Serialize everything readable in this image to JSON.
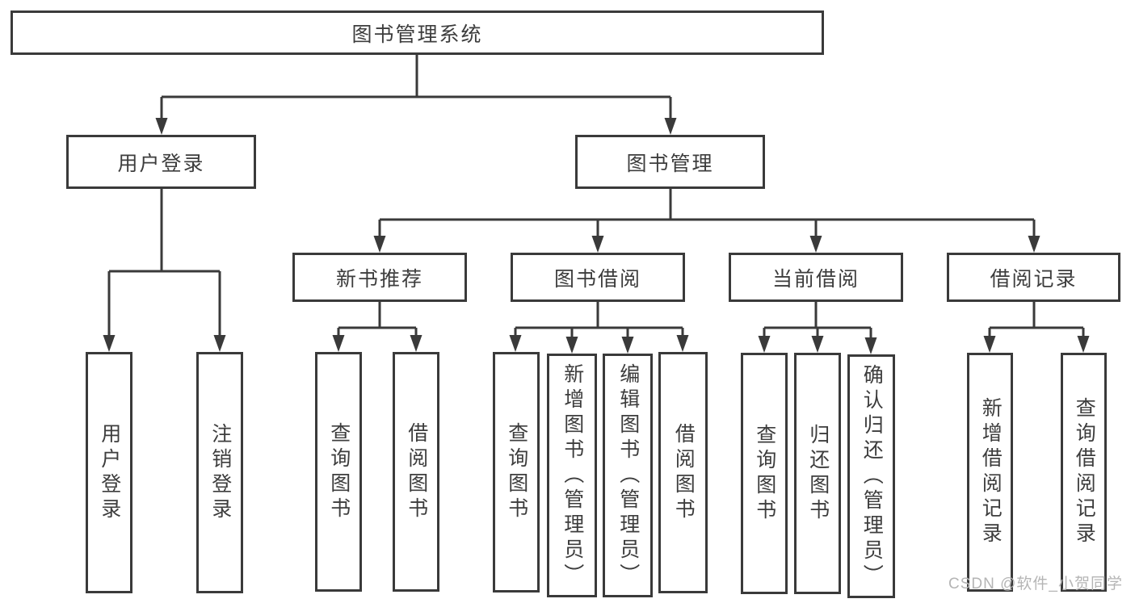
{
  "diagram": {
    "root": {
      "label": "图书管理系统",
      "children": [
        {
          "label": "用户登录",
          "children": [
            {
              "label": "用户登录"
            },
            {
              "label": "注销登录"
            }
          ]
        },
        {
          "label": "图书管理",
          "children": [
            {
              "label": "新书推荐",
              "children": [
                {
                  "label": "查询图书"
                },
                {
                  "label": "借阅图书"
                }
              ]
            },
            {
              "label": "图书借阅",
              "children": [
                {
                  "label": "查询图书"
                },
                {
                  "label": "新增图书（管理员）"
                },
                {
                  "label": "编辑图书（管理员）"
                },
                {
                  "label": "借阅图书"
                }
              ]
            },
            {
              "label": "当前借阅",
              "children": [
                {
                  "label": "查询图书"
                },
                {
                  "label": "归还图书"
                },
                {
                  "label": "确认归还（管理员）"
                }
              ]
            },
            {
              "label": "借阅记录",
              "children": [
                {
                  "label": "新增借阅记录"
                },
                {
                  "label": "查询借阅记录"
                }
              ]
            }
          ]
        }
      ]
    }
  },
  "watermark": "CSDN @软件_小贺同学",
  "colors": {
    "line": "#3a3a3a",
    "text": "#3d3d3d",
    "box_background": "#ffffff",
    "page_background": "#ffffff",
    "watermark": "#b5b5b5"
  }
}
